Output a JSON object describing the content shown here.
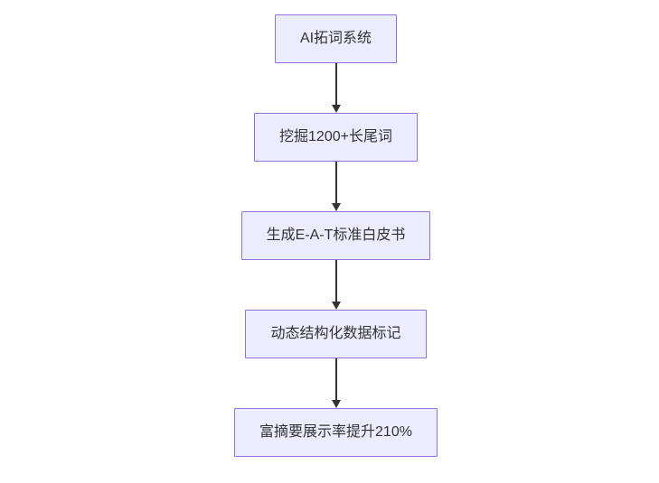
{
  "flowchart": {
    "type": "vertical-flow",
    "nodes": [
      {
        "label": "AI拓词系统"
      },
      {
        "label": "挖掘1200+长尾词"
      },
      {
        "label": "生成E-A-T标准白皮书"
      },
      {
        "label": "动态结构化数据标记"
      },
      {
        "label": "富摘要展示率提升210%"
      }
    ],
    "colors": {
      "node_fill": "#ECECFF",
      "node_border": "#9370DB",
      "arrow": "#333333",
      "text": "#333333",
      "background": "#FEFEFE"
    }
  }
}
